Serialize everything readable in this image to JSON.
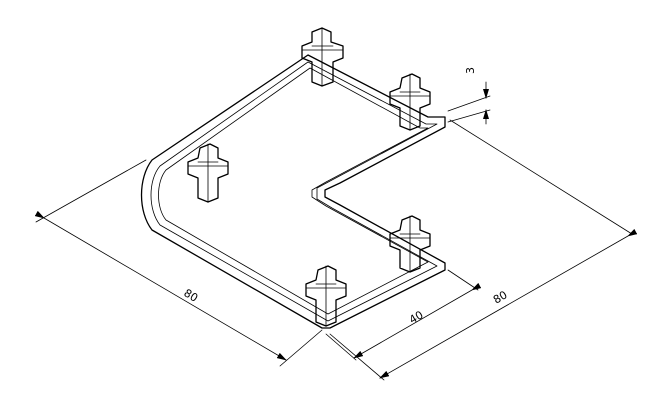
{
  "dimensions": {
    "long_side": "80",
    "right_side": "80",
    "inner_width": "40",
    "wall_height": "3"
  },
  "colors": {
    "line": "#000000",
    "background": "#ffffff"
  }
}
